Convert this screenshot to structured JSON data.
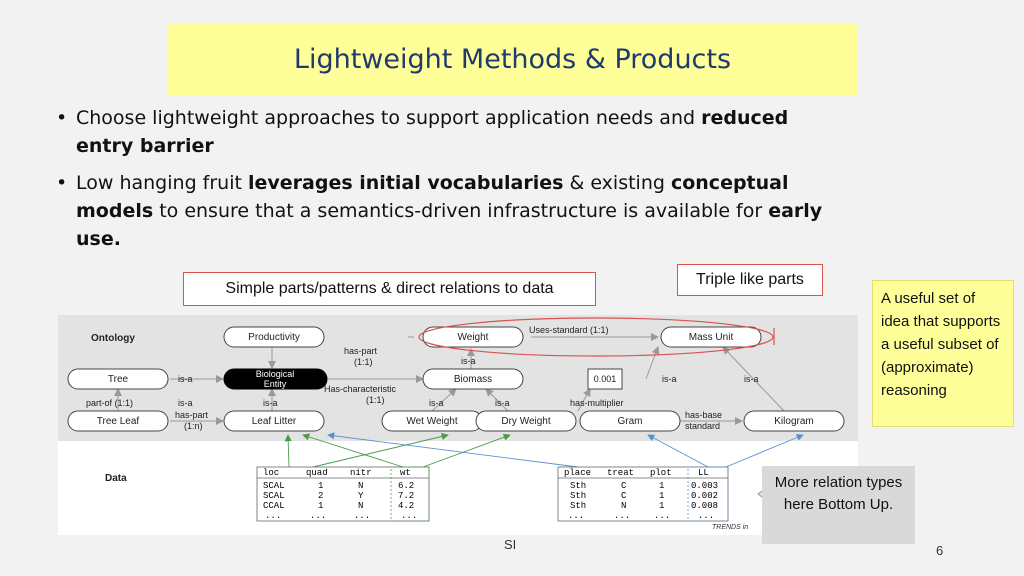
{
  "title": "Lightweight Methods & Products",
  "bullets": [
    {
      "p1": "Choose lightweight approaches to support application needs and ",
      "b1": "reduced entry barrier",
      "p2": "",
      "b2": "",
      "p3": "",
      "b3": ""
    },
    {
      "p1": "Low hanging fruit ",
      "b1": "leverages initial vocabularies",
      "p2": " & existing ",
      "b2": "conceptual models",
      "p3": " to ensure that a semantics-driven infrastructure is available for ",
      "b3": "early use."
    }
  ],
  "callouts": {
    "simple_parts": "Simple parts/patterns & direct relations to data",
    "triple_parts": "Triple like parts"
  },
  "side_note": "A useful set of idea that supports a useful subset of (approximate) reasoning",
  "relation_note": "More relation types here Bottom Up.",
  "diagram": {
    "row_labels": {
      "ontology": "Ontology",
      "data": "Data"
    },
    "nodes": {
      "productivity": "Productivity",
      "weight": "Weight",
      "mass_unit": "Mass Unit",
      "tree": "Tree",
      "bio_entity_1": "Biological",
      "bio_entity_2": "Entity",
      "biomass": "Biomass",
      "value": "0.001",
      "tree_leaf": "Tree Leaf",
      "leaf_litter": "Leaf Litter",
      "wet_weight": "Wet Weight",
      "dry_weight": "Dry Weight",
      "gram": "Gram",
      "kilogram": "Kilogram"
    },
    "edges": {
      "uses_standard": "Uses-standard (1:1)",
      "has_part_1": "has-part",
      "has_part_1_card": "(1:1)",
      "is_a_productivity": "is-a",
      "is_a_tree": "is-a",
      "has_characteristic": "Has-characteristic",
      "has_characteristic_card": "(1:1)",
      "is_a_gram": "is-a",
      "is_a_kilogram": "is-a",
      "part_of": "part-of (1:1)",
      "is_a_leaf": "is-a",
      "is_a_leaf_litter": "is-a",
      "is_a_wet": "is-a",
      "is_a_dry": "is-a",
      "has_multiplier": "has-multiplier",
      "has_part_2": "has-part",
      "has_part_2_card": "(1:n)",
      "has_base": "has-base",
      "standard": "standard"
    },
    "table1": {
      "columns": [
        "loc",
        "quad",
        "nitr",
        "wt"
      ],
      "rows": [
        [
          "SCAL",
          "1",
          "N",
          "6.2"
        ],
        [
          "SCAL",
          "2",
          "Y",
          "7.2"
        ],
        [
          "CCAL",
          "1",
          "N",
          "4.2"
        ],
        [
          "...",
          "...",
          "...",
          "..."
        ]
      ]
    },
    "table2": {
      "columns": [
        "place",
        "treat",
        "plot",
        "LL"
      ],
      "rows": [
        [
          "Sth",
          "C",
          "1",
          "0.003"
        ],
        [
          "Sth",
          "C",
          "1",
          "0.002"
        ],
        [
          "Sth",
          "N",
          "1",
          "0.008"
        ],
        [
          "...",
          "...",
          "...",
          "..."
        ]
      ]
    },
    "credit": "TRENDS in"
  },
  "footer": {
    "center": "SI",
    "page": "6"
  }
}
